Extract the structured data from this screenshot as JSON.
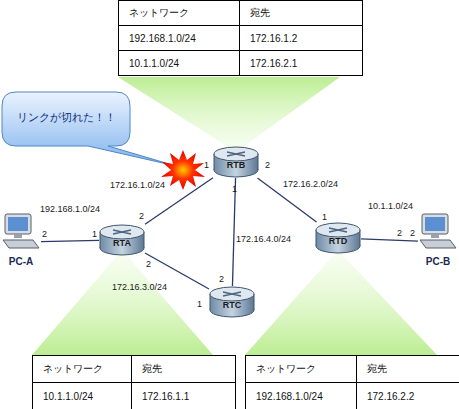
{
  "diagram": {
    "nodes": [
      {
        "text": [
          "リンクが切れた！！"
        ]
      },
      {
        "text": [
          "RTB"
        ]
      },
      {
        "text": [
          "PC-A"
        ]
      },
      {
        "text": [
          "RTA"
        ]
      },
      {
        "text": [
          "RTD"
        ]
      },
      {
        "text": [
          "PC-B"
        ]
      },
      {
        "text": [
          "RTC"
        ]
      }
    ],
    "edges": [
      {
        "from": 2,
        "to": 3,
        "arrow": "none",
        "label": "192.168.1.0/24"
      },
      {
        "from": 3,
        "to": 1,
        "arrow": "none",
        "label": "172.16.1.0/24"
      },
      {
        "from": 3,
        "to": 6,
        "arrow": "none",
        "label": "172.16.3.0/24"
      },
      {
        "from": 1,
        "to": 6,
        "arrow": "none",
        "label": "172.16.4.0/24"
      },
      {
        "from": 1,
        "to": 4,
        "arrow": "none",
        "label": "172.16.2.0/24"
      },
      {
        "from": 4,
        "to": 5,
        "arrow": "none",
        "label": "10.1.1.0/24"
      }
    ],
    "labels": [
      "ネットワーク",
      "宛先",
      "192.168.1.0/24",
      "172.16.1.2",
      "10.1.1.0/24",
      "172.16.2.1",
      "1",
      "2",
      "1",
      "2",
      "1",
      "2",
      "2",
      "1",
      "2",
      "2",
      "2",
      "1",
      "ネットワーク",
      "宛先",
      "10.1.1.0/24",
      "172.16.1.1",
      "ネットワーク",
      "宛先",
      "192.168.1.0/24",
      "172.16.2.2"
    ]
  }
}
